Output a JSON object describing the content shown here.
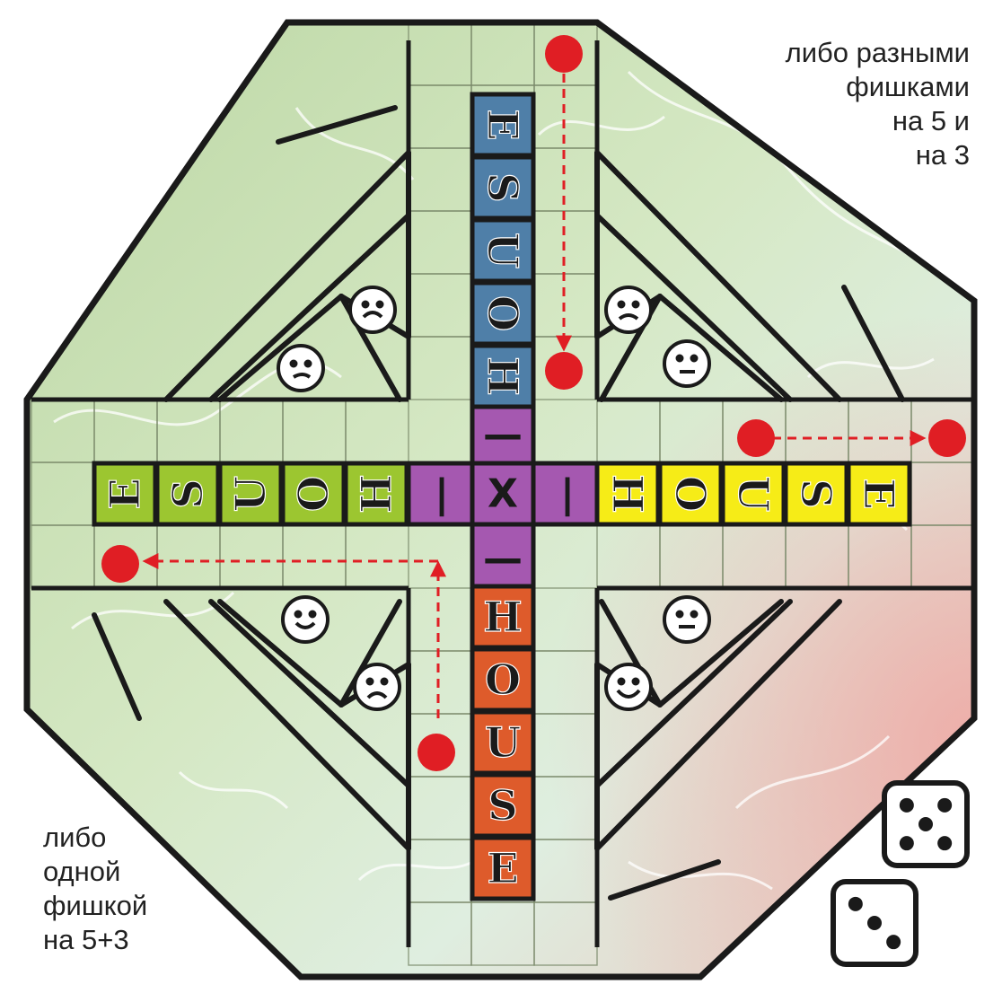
{
  "captions": {
    "top_right": [
      "либо разными",
      "фишками",
      "на 5 и",
      "на 3"
    ],
    "bottom_left": [
      "либо",
      "одной",
      "фишкой",
      "на 5+3"
    ]
  },
  "arms": {
    "top": {
      "letters": [
        "E",
        "S",
        "U",
        "O",
        "H"
      ],
      "color": "#4f7fa8"
    },
    "left": {
      "letters": [
        "E",
        "S",
        "U",
        "O",
        "H"
      ],
      "color": "#9cc630"
    },
    "right": {
      "letters": [
        "H",
        "O",
        "U",
        "S",
        "E"
      ],
      "color": "#f6ec17"
    },
    "bottom": {
      "letters": [
        "H",
        "O",
        "U",
        "S",
        "E"
      ],
      "color": "#de5b2b"
    }
  },
  "center": {
    "color": "#a558b0",
    "center_symbol": "X",
    "bar_symbols": [
      "—",
      "—",
      "|",
      "|"
    ]
  },
  "dice": [
    {
      "name": "die-five",
      "value": 5
    },
    {
      "name": "die-three",
      "value": 3
    }
  ],
  "colors": {
    "token": "#e01e24",
    "line": "#1a1a1a",
    "octagon_bg": "#cde3b4"
  }
}
